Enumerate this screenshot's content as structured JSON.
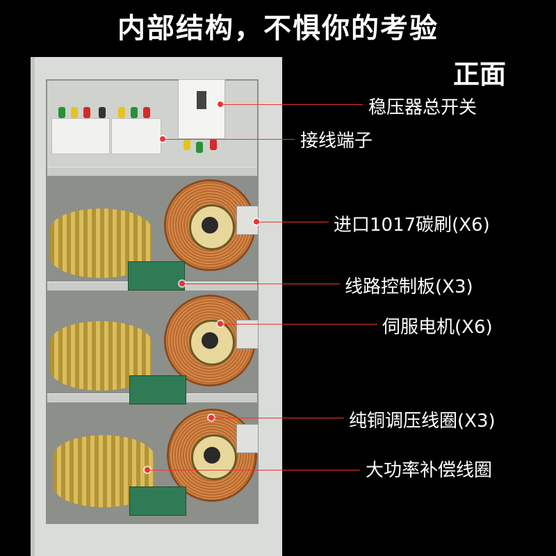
{
  "title": "内部结构，不惧你的考验",
  "subtitle": "正面",
  "callouts": [
    {
      "label": "稳压器总开关"
    },
    {
      "label": "接线端子"
    },
    {
      "label": "进口1017碳刷(X6)"
    },
    {
      "label": "线路控制板(X3)"
    },
    {
      "label": "伺服电机(X6)"
    },
    {
      "label": "纯铜调压线圈(X3)"
    },
    {
      "label": "大功率补偿线圈"
    }
  ],
  "colors": {
    "background": "#000000",
    "text": "#ffffff",
    "callout": "#ee3333"
  }
}
